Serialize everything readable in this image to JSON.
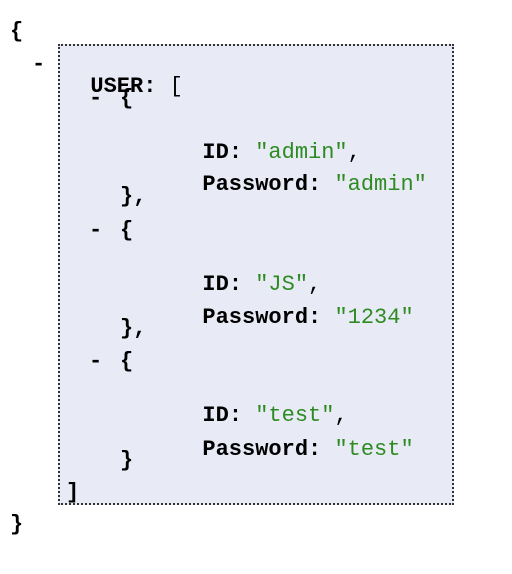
{
  "colors": {
    "highlight_bg": "#e8eaf6",
    "string_green": "#2e8b22",
    "text": "#000000"
  },
  "json_view": {
    "root_open": "{",
    "root_close": "}",
    "collapse_glyph": "-",
    "user_key": "USER",
    "user_colon": ":",
    "array_open": "[",
    "array_close": "]",
    "object_open": "{",
    "object_close_with_comma": "},",
    "object_close": "}",
    "field_id_key": "ID",
    "field_password_key": "Password",
    "entries": [
      {
        "id": "\"admin\"",
        "password": "\"admin\""
      },
      {
        "id": "\"JS\"",
        "password": "\"1234\""
      },
      {
        "id": "\"test\"",
        "password": "\"test\""
      }
    ]
  }
}
